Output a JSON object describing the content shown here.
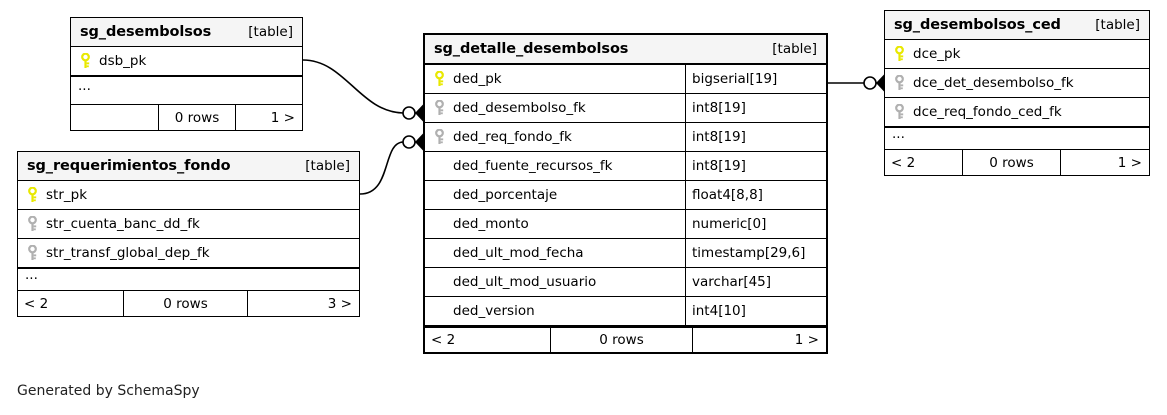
{
  "diagram": {
    "caption": "Generated by SchemaSpy",
    "type_tag": "[table]",
    "ellipsis": "...",
    "rows_label": "0 rows"
  },
  "tables": [
    {
      "id": "sg_desembolsos",
      "name": "sg_desembolsos",
      "type_tag": "[table]",
      "columns": [
        {
          "name": "dsb_pk",
          "key": "primary",
          "type": ""
        }
      ],
      "has_more": true,
      "more": "...",
      "footer": {
        "left": "",
        "mid": "0 rows",
        "right": "1 >"
      }
    },
    {
      "id": "sg_requerimientos_fondo",
      "name": "sg_requerimientos_fondo",
      "type_tag": "[table]",
      "columns": [
        {
          "name": "str_pk",
          "key": "primary",
          "type": ""
        },
        {
          "name": "str_cuenta_banc_dd_fk",
          "key": "foreign",
          "type": ""
        },
        {
          "name": "str_transf_global_dep_fk",
          "key": "foreign",
          "type": ""
        }
      ],
      "has_more": true,
      "more": "...",
      "footer": {
        "left": "< 2",
        "mid": "0 rows",
        "right": "3 >"
      }
    },
    {
      "id": "sg_detalle_desembolsos",
      "name": "sg_detalle_desembolsos",
      "type_tag": "[table]",
      "columns": [
        {
          "name": "ded_pk",
          "key": "primary",
          "type": "bigserial[19]"
        },
        {
          "name": "ded_desembolso_fk",
          "key": "foreign",
          "type": "int8[19]"
        },
        {
          "name": "ded_req_fondo_fk",
          "key": "foreign",
          "type": "int8[19]"
        },
        {
          "name": "ded_fuente_recursos_fk",
          "key": "none",
          "type": "int8[19]"
        },
        {
          "name": "ded_porcentaje",
          "key": "none",
          "type": "float4[8,8]"
        },
        {
          "name": "ded_monto",
          "key": "none",
          "type": "numeric[0]"
        },
        {
          "name": "ded_ult_mod_fecha",
          "key": "none",
          "type": "timestamp[29,6]"
        },
        {
          "name": "ded_ult_mod_usuario",
          "key": "none",
          "type": "varchar[45]"
        },
        {
          "name": "ded_version",
          "key": "none",
          "type": "int4[10]"
        }
      ],
      "has_more": false,
      "more": "",
      "footer": {
        "left": "< 2",
        "mid": "0 rows",
        "right": "1 >"
      }
    },
    {
      "id": "sg_desembolsos_ced",
      "name": "sg_desembolsos_ced",
      "type_tag": "[table]",
      "columns": [
        {
          "name": "dce_pk",
          "key": "primary",
          "type": ""
        },
        {
          "name": "dce_det_desembolso_fk",
          "key": "foreign",
          "type": ""
        },
        {
          "name": "dce_req_fondo_ced_fk",
          "key": "foreign",
          "type": ""
        }
      ],
      "has_more": true,
      "more": "...",
      "footer": {
        "left": "< 2",
        "mid": "0 rows",
        "right": "1 >"
      }
    }
  ],
  "relationships": [
    {
      "id": "rel-desembolsos-to-detalle",
      "from": "sg_desembolsos.dsb_pk",
      "to": "sg_detalle_desembolsos.ded_desembolso_fk"
    },
    {
      "id": "rel-requerimientos-to-detalle",
      "from": "sg_requerimientos_fondo.str_pk",
      "to": "sg_detalle_desembolsos.ded_req_fondo_fk"
    },
    {
      "id": "rel-detalle-to-ced",
      "from": "sg_detalle_desembolsos.ded_pk",
      "to": "sg_desembolsos_ced.dce_det_desembolso_fk"
    }
  ],
  "colors": {
    "primary_key": "#e8e800",
    "foreign_key": "#b0b0b0",
    "header_bg": "#f5f5f5",
    "line": "#000000",
    "border": "#000000"
  }
}
